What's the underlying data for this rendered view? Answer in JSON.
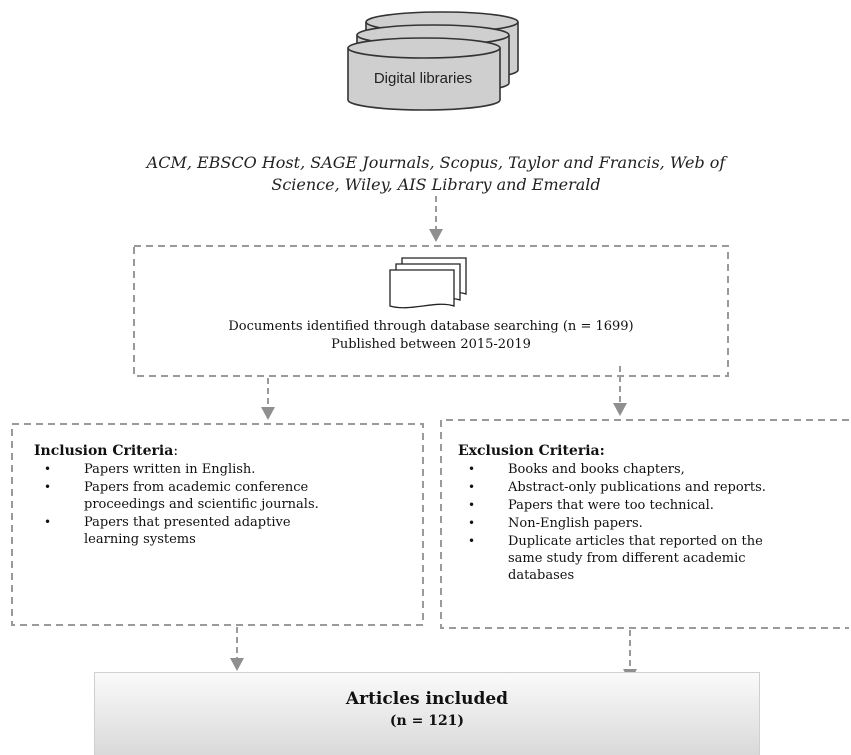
{
  "database_icon": {
    "label": "Digital libraries"
  },
  "sources": {
    "line1": "ACM, EBSCO Host, SAGE Journals, Scopus, Taylor and Francis, Web of",
    "line2": "Science, Wiley, AIS Library and Emerald"
  },
  "identification": {
    "line1": "Documents identified through database searching (n = 1699)",
    "line2": "Published between 2015-2019"
  },
  "inclusion": {
    "title": "Inclusion Criteria",
    "title_suffix": ":",
    "bullet": "•",
    "items": [
      [
        "Papers written in English."
      ],
      [
        "Papers from academic conference",
        "proceedings and scientific journals."
      ],
      [
        "Papers that presented adaptive",
        "learning systems"
      ]
    ]
  },
  "exclusion": {
    "title": "Exclusion Criteria:",
    "bullet": "•",
    "items": [
      [
        "Books and books chapters,"
      ],
      [
        "Abstract-only publications and reports."
      ],
      [
        "Papers that were too technical."
      ],
      [
        "Non-English papers."
      ],
      [
        "Duplicate articles that reported on the",
        "same study from different academic",
        "databases"
      ]
    ]
  },
  "result": {
    "title": "Articles included",
    "count": "(n = 121)"
  },
  "colors": {
    "dash": "#9a9a9a",
    "arrow": "#8f8f8f",
    "cylinder_fill": "#cfcfcf",
    "text": "#111111"
  }
}
